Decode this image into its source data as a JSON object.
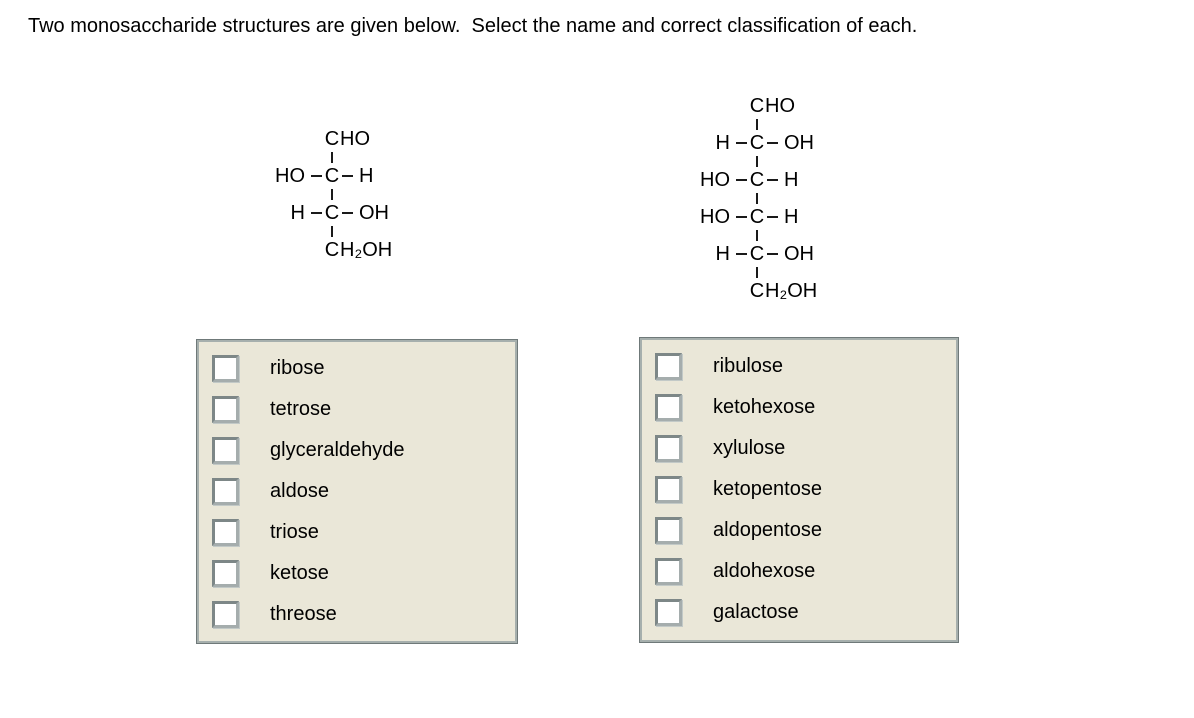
{
  "title": "Two monosaccharide structures are given below.  Select the name and correct classification of each.",
  "structures": {
    "left": {
      "rows": [
        {
          "text": "CHO",
          "c": "C",
          "rest": "HO"
        },
        {
          "left": "HO",
          "center": "C",
          "right": "H"
        },
        {
          "left": "H",
          "center": "C",
          "right": "OH"
        },
        {
          "text": "CH₂OH",
          "c": "C",
          "rest": "H₂OH"
        }
      ]
    },
    "right": {
      "rows": [
        {
          "text": "CHO",
          "c": "C",
          "rest": "HO"
        },
        {
          "left": "H",
          "center": "C",
          "right": "OH"
        },
        {
          "left": "HO",
          "center": "C",
          "right": "H"
        },
        {
          "left": "HO",
          "center": "C",
          "right": "H"
        },
        {
          "left": "H",
          "center": "C",
          "right": "OH"
        },
        {
          "text": "CH₂OH",
          "c": "C",
          "rest": "H₂OH"
        }
      ]
    }
  },
  "options_left": [
    {
      "label": "ribose",
      "checked": false
    },
    {
      "label": "tetrose",
      "checked": false
    },
    {
      "label": "glyceraldehyde",
      "checked": false
    },
    {
      "label": "aldose",
      "checked": false
    },
    {
      "label": "triose",
      "checked": false
    },
    {
      "label": "ketose",
      "checked": false
    },
    {
      "label": "threose",
      "checked": false
    }
  ],
  "options_right": [
    {
      "label": "ribulose",
      "checked": false
    },
    {
      "label": "ketohexose",
      "checked": false
    },
    {
      "label": "xylulose",
      "checked": false
    },
    {
      "label": "ketopentose",
      "checked": false
    },
    {
      "label": "aldopentose",
      "checked": false
    },
    {
      "label": "aldohexose",
      "checked": false
    },
    {
      "label": "galactose",
      "checked": false
    }
  ],
  "colors": {
    "background": "#ffffff",
    "text": "#000000",
    "box_background": "#eae7d8",
    "box_border_light": "#a6afad",
    "box_border_dark": "#6f7979",
    "checkbox_border_dark": "#7d8787",
    "checkbox_border_light": "#a5adad",
    "checkbox_fill": "#ffffff"
  }
}
